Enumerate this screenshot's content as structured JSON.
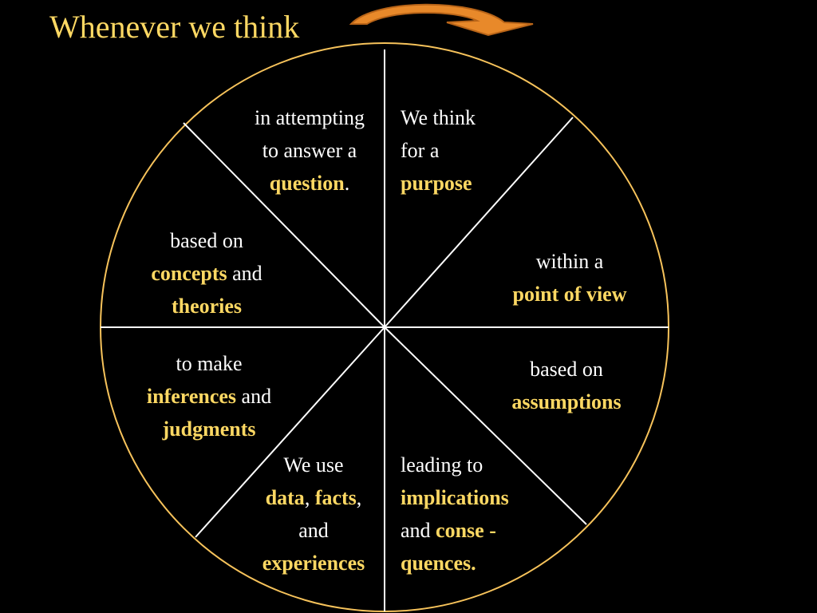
{
  "title": "Whenever we think",
  "colors": {
    "background": "#000000",
    "accent": "#fdd863",
    "circle": "#f7c35b",
    "dividers": "#ffffff",
    "arrow": "#e8892a"
  },
  "icons": {
    "title_arrow": "curved-arrow-icon"
  },
  "segments": {
    "question": {
      "l1": "in attempting",
      "l2": "to answer a",
      "hl": "question",
      "tail": "."
    },
    "purpose": {
      "l1": "We think",
      "l2": "for a",
      "hl": "purpose"
    },
    "point_of_view": {
      "l1": "within a",
      "hl": "point of view"
    },
    "assumptions": {
      "l1": "based on",
      "hl": "assumptions"
    },
    "implications": {
      "l1": "leading to",
      "hl1": "implications",
      "and": "and",
      "hl2": "conse -",
      "hl3": "quences",
      "tail": "."
    },
    "data": {
      "l1": "We use",
      "hl1": "data",
      "comma1": ",",
      "hl2": "facts",
      "comma2": ",",
      "l3": "and",
      "hl3": "experiences"
    },
    "inferences": {
      "l1": "to make",
      "hl1": "inferences",
      "and": "and",
      "hl2": "judgments"
    },
    "concepts": {
      "l1": "based on",
      "hl1": "concepts",
      "and": "and",
      "hl2": "theories"
    }
  }
}
